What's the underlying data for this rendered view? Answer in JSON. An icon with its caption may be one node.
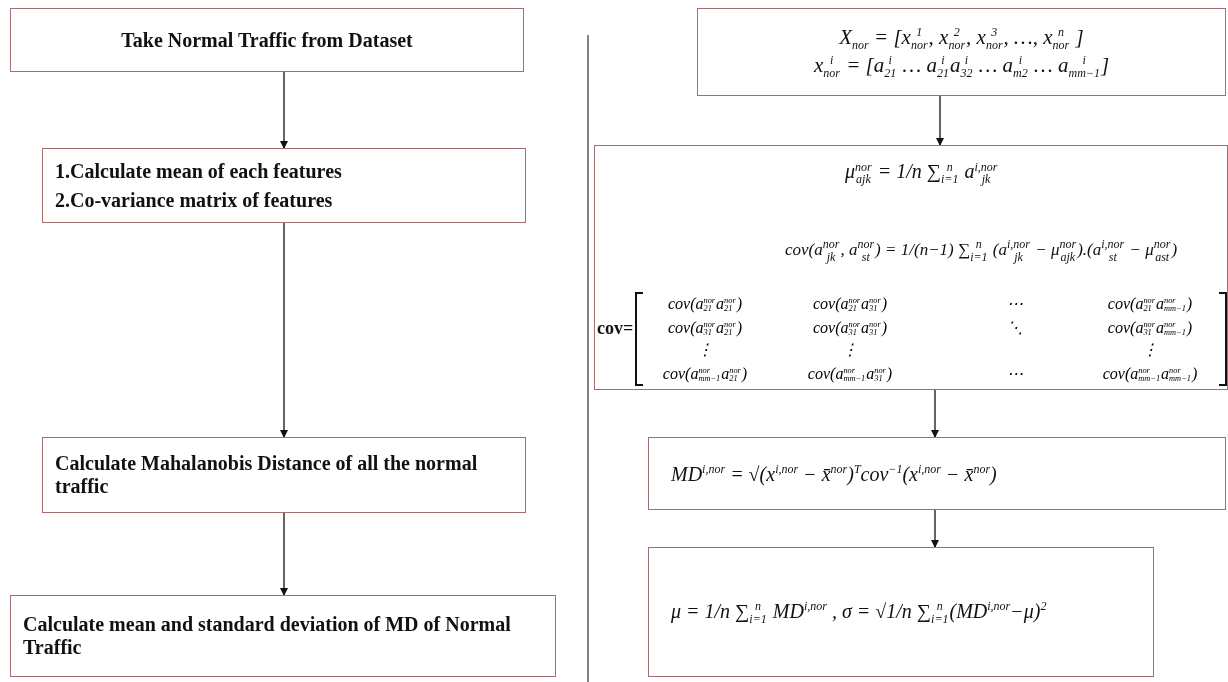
{
  "diagram": {
    "nodes": [
      {
        "text": [
          "Take Normal Traffic from Dataset"
        ]
      },
      {
        "text": [
          "1.Calculate mean of each features",
          "2.Co-variance matrix of features"
        ]
      },
      {
        "text": [
          "Calculate Mahalanobis Distance of all the normal traffic"
        ]
      },
      {
        "text": [
          "Calculate mean and standard  deviation of MD of Normal Traffic"
        ]
      },
      {
        "text": [
          "X$_{nor}$ = [x$_{nor}$$^{1}$, x$_{nor}$$^{2}$, x$_{nor}$$^{3}$, …, x$_{nor}$$^{n}$ ]",
          "x$_{nor}$$^{i}$ = [a$_{21}$$^{i}$ … a$_{21}$$^{i}$a$_{32}$$^{i}$ … a$_{m2}$$^{i}$ … a$_{mm−1}$$^{i}$]"
        ]
      },
      {
        "text": [
          "μ$_{ajk}$$^{nor}$ = 1/n ∑$_{i=1}$$^{n}$ a$_{jk}$$^{i,nor}$",
          "cov(a$_{jk}$$^{nor}$, a$_{st}$$^{nor}$) = 1/(n−1) ∑$_{i=1}$$^{n}$ (a$_{jk}$$^{i,nor}$ − μ$_{ajk}$$^{nor}$).(a$_{st}$$^{i,nor}$ − μ$_{ast}$$^{nor}$)",
          "cov=",
          "cov(a$_{21}$$^{nor}$a$_{21}$$^{nor}$)",
          "cov(a$_{21}$$^{nor}$a$_{31}$$^{nor}$)",
          "⋯",
          "cov(a$_{21}$$^{nor}$a$_{mm−1}$$^{nor}$)",
          "cov(a$_{31}$$^{nor}$a$_{21}$$^{nor}$)",
          "cov(a$_{31}$$^{nor}$a$_{31}$$^{nor}$)",
          "⋱",
          "cov(a$_{31}$$^{nor}$a$_{mm−1}$$^{nor}$)",
          "⋮",
          "⋮",
          "⋮",
          "cov(a$_{mm−1}$$^{nor}$a$_{21}$$^{nor}$)",
          "cov(a$_{mm−1}$$^{nor}$a$_{31}$$^{nor}$)",
          "⋯",
          "cov(a$_{mm−1}$$^{nor}$a$_{mm−1}$$^{nor}$)"
        ]
      },
      {
        "text": [
          "MD$^{i,nor}$ = √(x$^{i,nor}$ − x̄$^{nor}$)$^{T}$cov$^{−1}$(x$^{i,nor}$ − x̄$^{nor}$)"
        ]
      },
      {
        "text": [
          "μ = 1/n ∑$_{i=1}$$^{n}$ MD$^{i,nor}$ , σ = √1/n ∑$_{i=1}$$^{n}$(MD$^{i,nor}$−μ)$^{2}$"
        ]
      }
    ],
    "edges": [
      {
        "from": 0,
        "to": 1,
        "arrow": "to"
      },
      {
        "from": 1,
        "to": 2,
        "arrow": "to"
      },
      {
        "from": 2,
        "to": 3,
        "arrow": "to"
      },
      {
        "from": 4,
        "to": 5,
        "arrow": "to"
      },
      {
        "from": 5,
        "to": 6,
        "arrow": "to"
      },
      {
        "from": 6,
        "to": 7,
        "arrow": "to"
      }
    ]
  }
}
